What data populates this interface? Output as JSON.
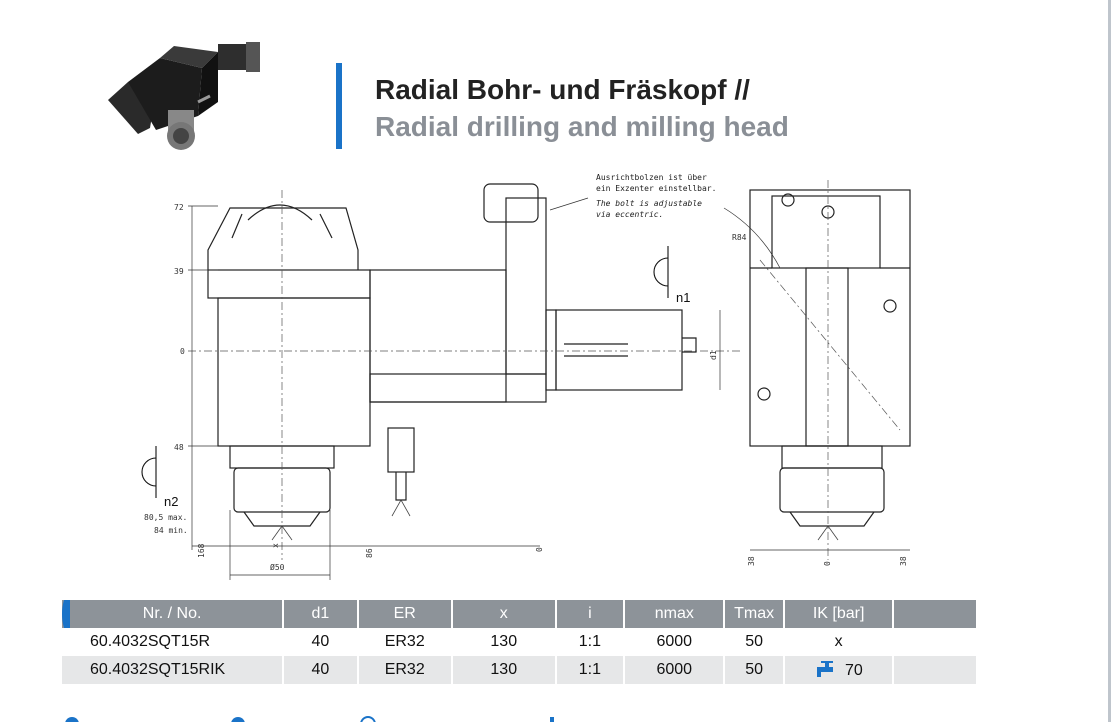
{
  "title": {
    "de": "Radial Bohr- und Fräskopf //",
    "en": "Radial drilling and milling head"
  },
  "product_image": {
    "icon": "radial-head-photo"
  },
  "drawing": {
    "note_de_1": "Ausrichtbolzen ist über",
    "note_de_2": "ein Exzenter einstellbar.",
    "note_en_1": "The bolt is adjustable",
    "note_en_2": "via eccentric.",
    "dim_72": "72",
    "dim_39": "39",
    "dim_0": "0",
    "dim_48": "48",
    "dim_80_5": "80,5 max.",
    "dim_84": "84 min.",
    "dim_168": "168",
    "dim_86": "86",
    "dim_d50": "Ø50",
    "dim_d1": "d1",
    "dim_x": "x",
    "dim_R84": "R84",
    "dim_38_left": "38",
    "dim_0_right": "0",
    "dim_38_right": "38",
    "label_n1": "n1",
    "label_n2": "n2",
    "bottom_0": "0"
  },
  "table": {
    "headers": [
      "Nr. / No.",
      "d1",
      "ER",
      "x",
      "i",
      "nmax",
      "Tmax",
      "IK [bar]"
    ],
    "rows": [
      [
        "60.4032SQT15R",
        "40",
        "ER32",
        "130",
        "1:1",
        "6000",
        "50",
        "x"
      ],
      [
        "60.4032SQT15RIK",
        "40",
        "ER32",
        "130",
        "1:1",
        "6000",
        "50",
        "70"
      ]
    ],
    "accent_color": "#1a73c8",
    "header_color": "#8d9399",
    "coolant_icon": "coolant-tap-icon"
  }
}
